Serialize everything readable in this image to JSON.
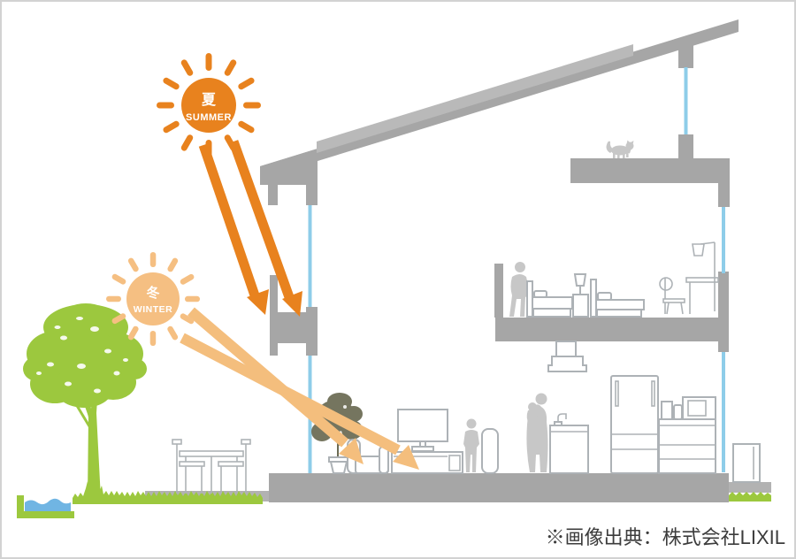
{
  "scene": {
    "summer_sun": {
      "kanji": "夏",
      "label": "SUMMER"
    },
    "winter_sun": {
      "kanji": "冬",
      "label": "WINTER"
    },
    "caption": "※画像出典：株式会社LIXIL"
  },
  "colors": {
    "summer_orange": "#E8821E",
    "winter_peach": "#F5BF82",
    "structure_gray": "#A6A6A6",
    "solar_panel_gray": "#B9B9B9",
    "deck_gray": "#B2B2B2",
    "furniture_outline_gray": "#ADB2B6",
    "silhouette_gray": "#C7C7C7",
    "window_blue": "#8ECDE9",
    "tree_green": "#9CC83E",
    "water_blue": "#70B5E3",
    "plant_olive": "#75755F",
    "caption_text": "#3C3C3C",
    "background": "#FFFFFF"
  }
}
